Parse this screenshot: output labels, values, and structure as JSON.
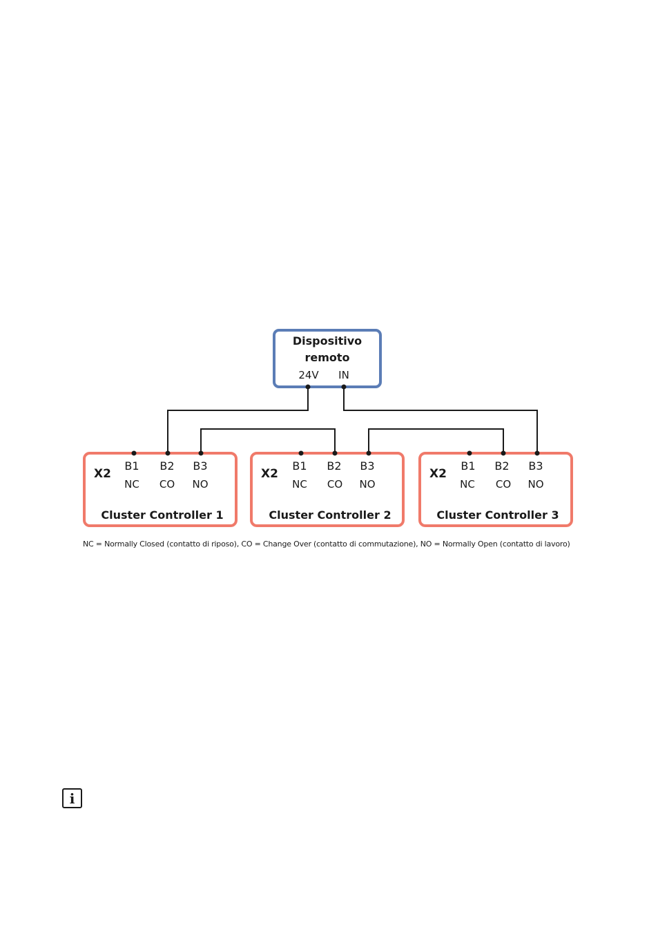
{
  "remote_device": {
    "title_line1": "Dispositivo",
    "title_line2": "remoto",
    "terminal_24v": "24V",
    "terminal_in": "IN"
  },
  "controllers": [
    {
      "connector": "X2",
      "name": "Cluster Controller 1",
      "terminals": [
        "B1",
        "B2",
        "B3"
      ],
      "contacts": [
        "NC",
        "CO",
        "NO"
      ]
    },
    {
      "connector": "X2",
      "name": "Cluster Controller 2",
      "terminals": [
        "B1",
        "B2",
        "B3"
      ],
      "contacts": [
        "NC",
        "CO",
        "NO"
      ]
    },
    {
      "connector": "X2",
      "name": "Cluster Controller 3",
      "terminals": [
        "B1",
        "B2",
        "B3"
      ],
      "contacts": [
        "NC",
        "CO",
        "NO"
      ]
    }
  ],
  "legend": "NC = Normally Closed (contatto di riposo), CO = Change Over (contatto di commutazione), NO = Normally Open (contatto di lavoro)",
  "colors": {
    "remote_border": "#5b7db6",
    "controller_border": "#f07a6a",
    "wire": "#1a1a1a"
  },
  "icons": {
    "info": "info-icon"
  }
}
